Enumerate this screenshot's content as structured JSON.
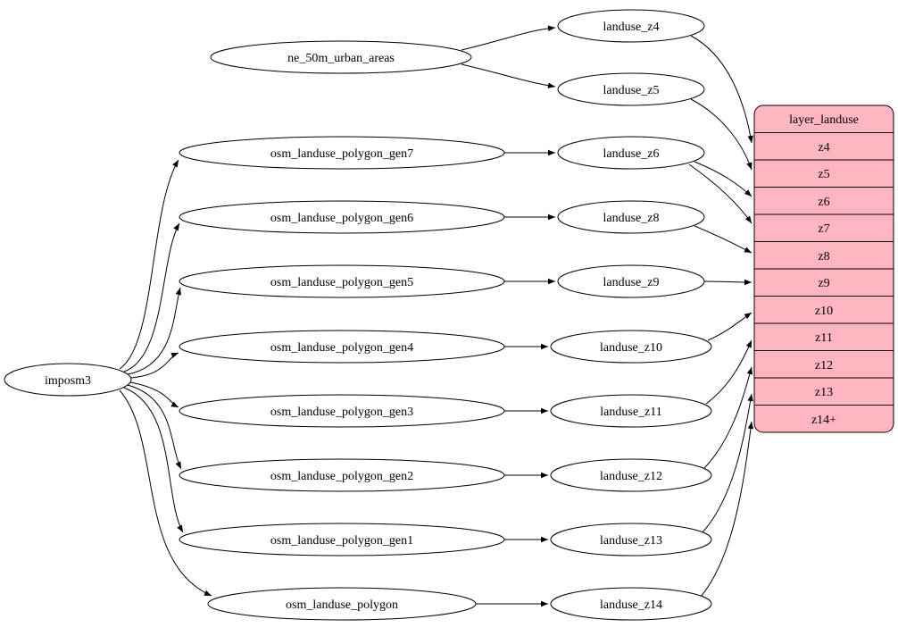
{
  "colors": {
    "background": "#ffffff",
    "node_fill": "#ffffff",
    "node_stroke": "#000000",
    "edge": "#000000",
    "text": "#000000",
    "table_fill": "#ffb6c1"
  },
  "nodes": {
    "imposm3": "imposm3",
    "ne_50m_urban_areas": "ne_50m_urban_areas",
    "gen7": "osm_landuse_polygon_gen7",
    "gen6": "osm_landuse_polygon_gen6",
    "gen5": "osm_landuse_polygon_gen5",
    "gen4": "osm_landuse_polygon_gen4",
    "gen3": "osm_landuse_polygon_gen3",
    "gen2": "osm_landuse_polygon_gen2",
    "gen1": "osm_landuse_polygon_gen1",
    "polygon": "osm_landuse_polygon",
    "landuse_z4": "landuse_z4",
    "landuse_z5": "landuse_z5",
    "landuse_z6": "landuse_z6",
    "landuse_z8": "landuse_z8",
    "landuse_z9": "landuse_z9",
    "landuse_z10": "landuse_z10",
    "landuse_z11": "landuse_z11",
    "landuse_z12": "landuse_z12",
    "landuse_z13": "landuse_z13",
    "landuse_z14": "landuse_z14"
  },
  "table": {
    "title": "layer_landuse",
    "rows": [
      "z4",
      "z5",
      "z6",
      "z7",
      "z8",
      "z9",
      "z10",
      "z11",
      "z12",
      "z13",
      "z14+"
    ]
  },
  "edges": [
    "imposm3 -> osm_landuse_polygon_gen7",
    "imposm3 -> osm_landuse_polygon_gen6",
    "imposm3 -> osm_landuse_polygon_gen5",
    "imposm3 -> osm_landuse_polygon_gen4",
    "imposm3 -> osm_landuse_polygon_gen3",
    "imposm3 -> osm_landuse_polygon_gen2",
    "imposm3 -> osm_landuse_polygon_gen1",
    "imposm3 -> osm_landuse_polygon",
    "ne_50m_urban_areas -> landuse_z4",
    "ne_50m_urban_areas -> landuse_z5",
    "osm_landuse_polygon_gen7 -> landuse_z6",
    "osm_landuse_polygon_gen6 -> landuse_z8",
    "osm_landuse_polygon_gen5 -> landuse_z9",
    "osm_landuse_polygon_gen4 -> landuse_z10",
    "osm_landuse_polygon_gen3 -> landuse_z11",
    "osm_landuse_polygon_gen2 -> landuse_z12",
    "osm_landuse_polygon_gen1 -> landuse_z13",
    "osm_landuse_polygon -> landuse_z14",
    "landuse_z4 -> layer_landuse:z4",
    "landuse_z5 -> layer_landuse:z5",
    "landuse_z6 -> layer_landuse:z6",
    "landuse_z6 -> layer_landuse:z7",
    "landuse_z8 -> layer_landuse:z8",
    "landuse_z9 -> layer_landuse:z9",
    "landuse_z10 -> layer_landuse:z10",
    "landuse_z11 -> layer_landuse:z11",
    "landuse_z12 -> layer_landuse:z12",
    "landuse_z13 -> layer_landuse:z13",
    "landuse_z14 -> layer_landuse:z14+"
  ]
}
